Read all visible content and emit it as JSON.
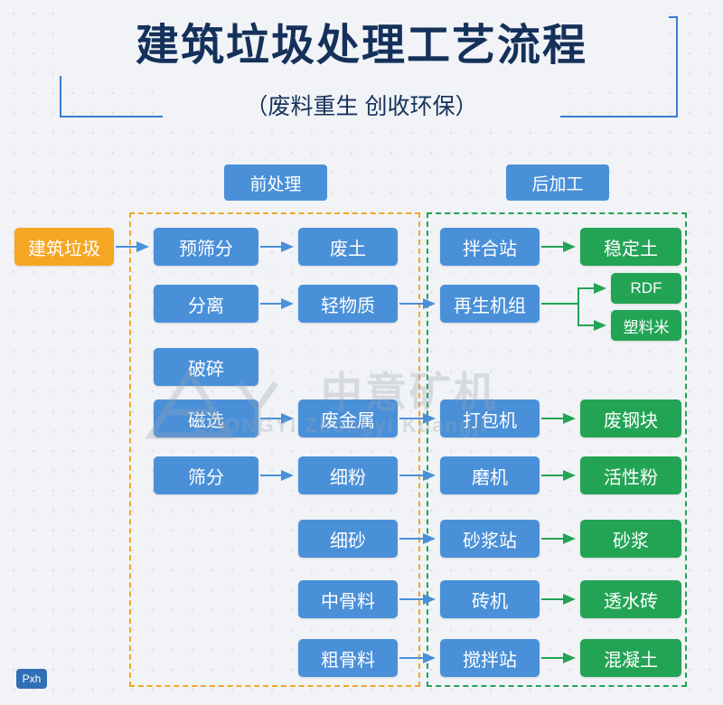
{
  "header": {
    "title": "建筑垃圾处理工艺流程",
    "subtitle": "（废料重生  创收环保）"
  },
  "sections": [
    {
      "id": "pre",
      "label": "前处理"
    },
    {
      "id": "post",
      "label": "后加工"
    }
  ],
  "nodes": {
    "input": "建筑垃圾",
    "pre_col1": [
      "预筛分",
      "分离",
      "破碎",
      "磁选",
      "筛分"
    ],
    "pre_col2": [
      "废土",
      "轻物质",
      "废金属",
      "细粉",
      "细砂",
      "中骨料",
      "粗骨料"
    ],
    "post_col1": [
      "拌合站",
      "再生机组",
      "打包机",
      "磨机",
      "砂浆站",
      "砖机",
      "搅拌站"
    ],
    "post_col2": [
      "稳定土",
      "RDF",
      "塑料米",
      "废钢块",
      "活性粉",
      "砂浆",
      "透水砖",
      "混凝土"
    ]
  },
  "watermark": {
    "main": "中意矿机",
    "sub": "ZHONGYI  Zhongyi Kuangji",
    "logo": "zy-logo-icon"
  },
  "badge": {
    "label": "Pxh"
  },
  "colors": {
    "blue": "#4a90d9",
    "green": "#23a455",
    "orange": "#f5a623",
    "title": "#15315b",
    "frame": "#3a7bd5",
    "dash_pre": "#f0a824",
    "dash_post": "#23a455"
  }
}
